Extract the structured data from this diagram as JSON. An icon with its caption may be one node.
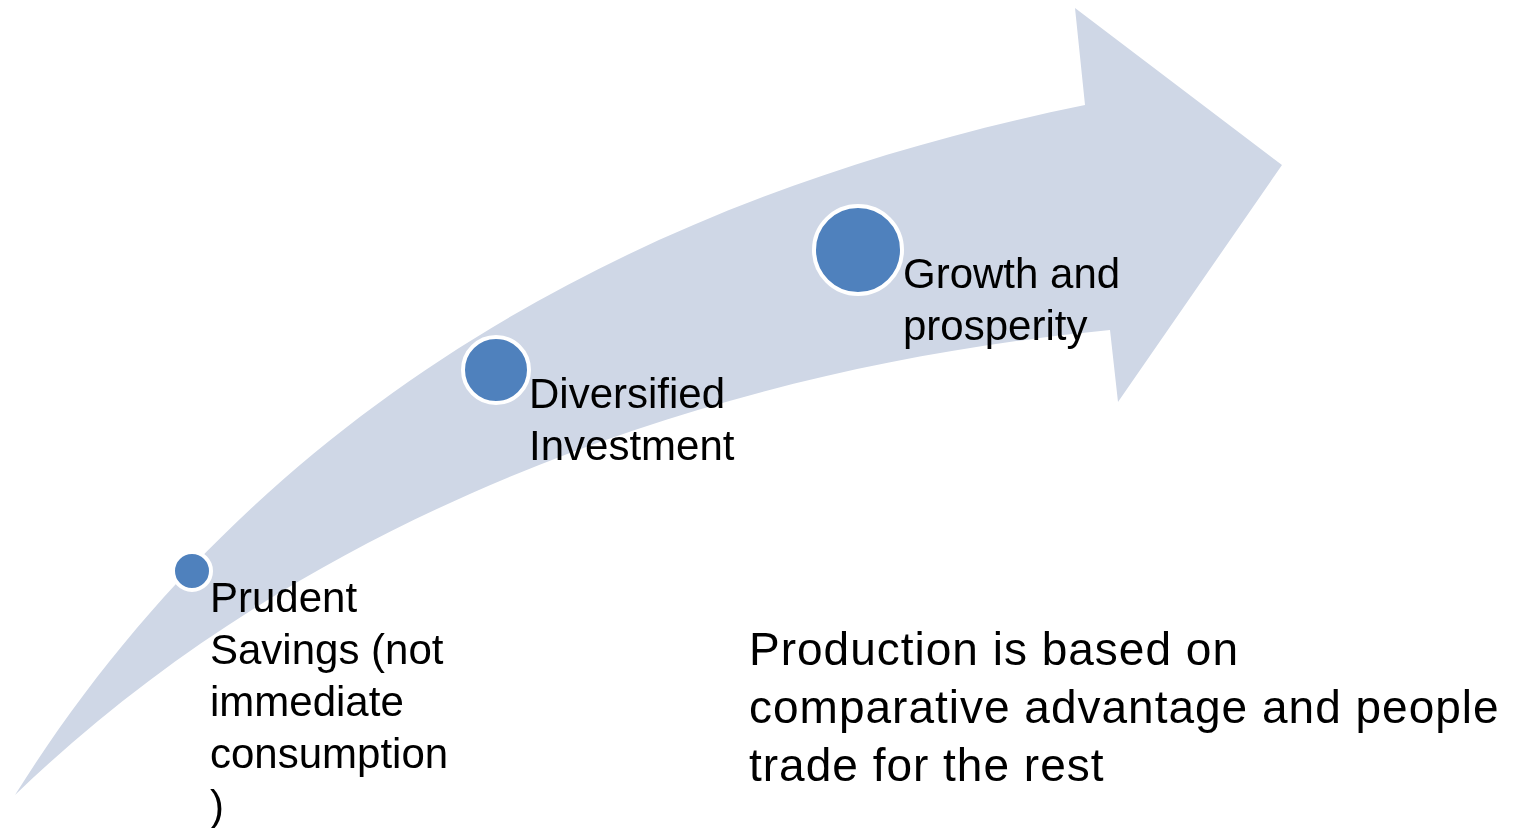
{
  "diagram": {
    "nodes": [
      {
        "text": [],
        "shape": "arrow"
      },
      {
        "text": [],
        "shape": "circle",
        "in": 0,
        "beside": [
          "Prudent Savings (not immediate consumption )"
        ]
      },
      {
        "text": [],
        "shape": "circle",
        "in": 0,
        "beside": [
          "Diversified Investment"
        ]
      },
      {
        "text": [],
        "shape": "circle",
        "in": 0,
        "beside": [
          "Growth and prosperity"
        ]
      }
    ],
    "edges": [],
    "labels": [
      "Production is based on comparative advantage and people trade for the rest"
    ]
  }
}
